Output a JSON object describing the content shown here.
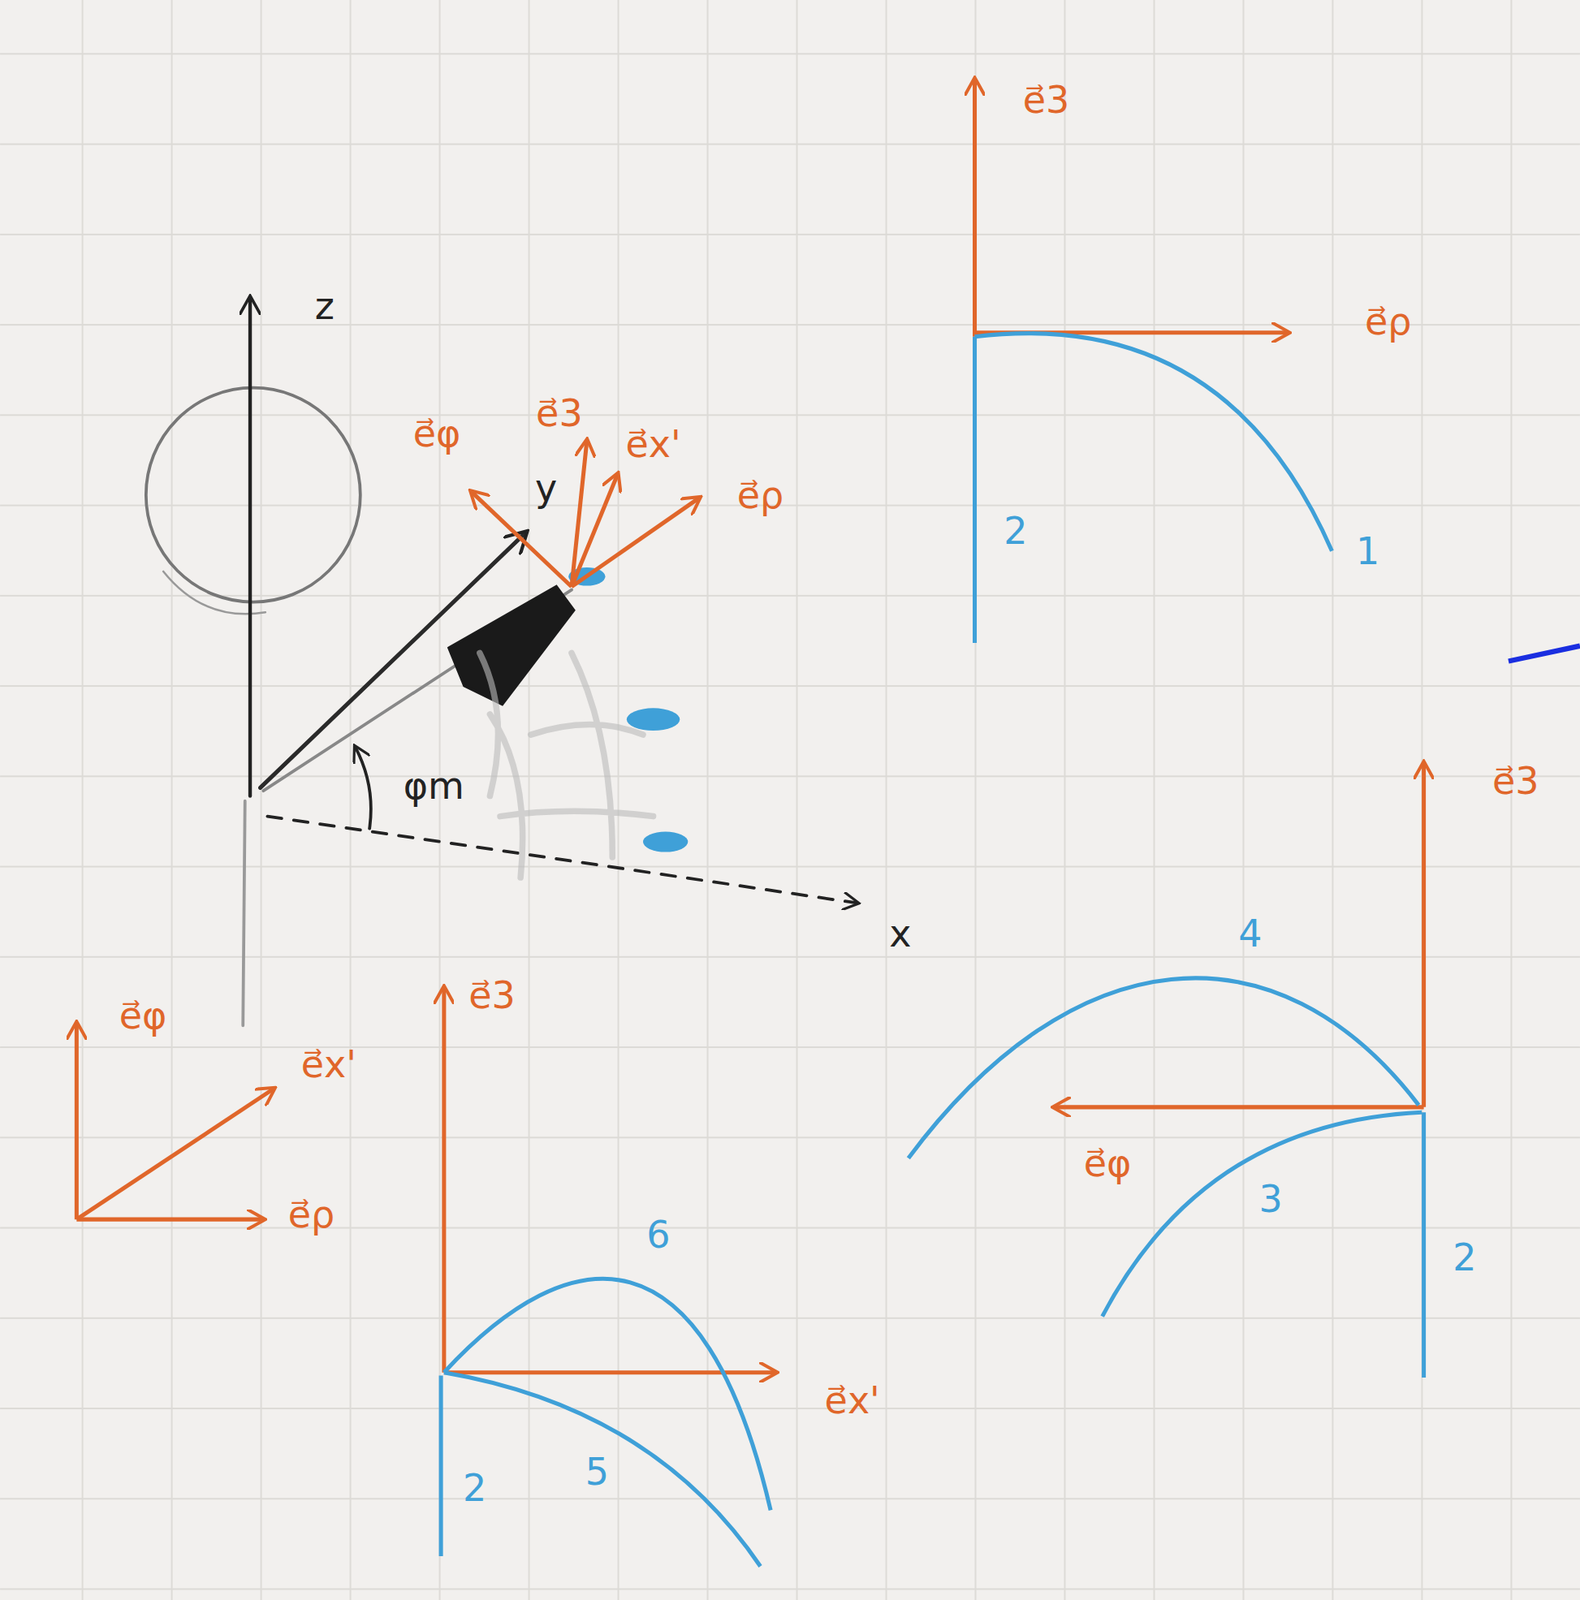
{
  "diagram": {
    "labels": [
      "z",
      "e⃗φ",
      "e⃗3",
      "y",
      "e⃗x'",
      "e⃗ρ",
      "φm",
      "x",
      "e⃗3",
      "e⃗ρ",
      "2",
      "1",
      "e⃗3",
      "4",
      "e⃗φ",
      "3",
      "2",
      "e⃗φ",
      "e⃗x'",
      "e⃗ρ",
      "e⃗3",
      "6",
      "e⃗x'",
      "2",
      "5"
    ]
  }
}
